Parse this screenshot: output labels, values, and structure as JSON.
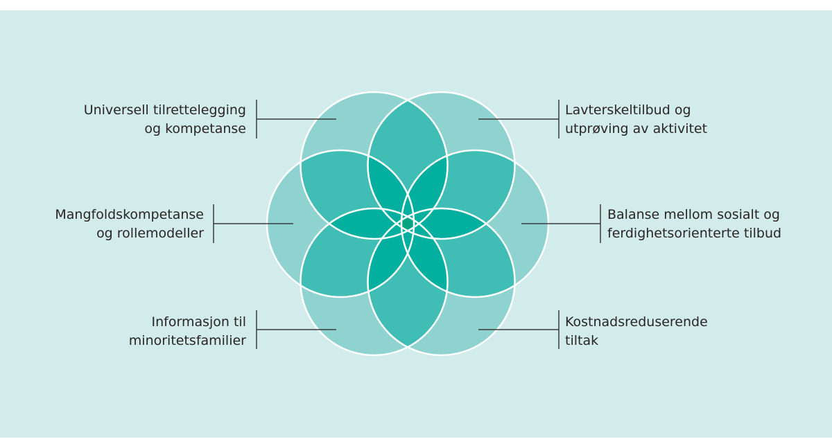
{
  "colors": {
    "background": "#d2ebeb",
    "petal_light": "#8fd3d1",
    "petal_mid": "#40bdb5",
    "petal_dark": "#03b09f",
    "center": "#02a57f",
    "outline": "#ffffff",
    "leader_line": "#3a3a3a",
    "text": "#2b2523"
  },
  "diagram": {
    "type": "overlapping-circles-rosette",
    "circle_count": 6,
    "labels": [
      {
        "id": "top-left",
        "side": "left",
        "lines": [
          "Universell tilrettelegging",
          "og kompetanse"
        ]
      },
      {
        "id": "middle-left",
        "side": "left",
        "lines": [
          "Mangfoldskompetanse",
          "og rollemodeller"
        ]
      },
      {
        "id": "bottom-left",
        "side": "left",
        "lines": [
          "Informasjon til",
          "minoritetsfamilier"
        ]
      },
      {
        "id": "top-right",
        "side": "right",
        "lines": [
          "Lavterskeltilbud og",
          "utprøving av aktivitet"
        ]
      },
      {
        "id": "middle-right",
        "side": "right",
        "lines": [
          "Balanse mellom sosialt og",
          "ferdighetsorienterte tilbud"
        ]
      },
      {
        "id": "bottom-right",
        "side": "right",
        "lines": [
          "Kostnadsreduserende",
          "tiltak"
        ]
      }
    ]
  }
}
